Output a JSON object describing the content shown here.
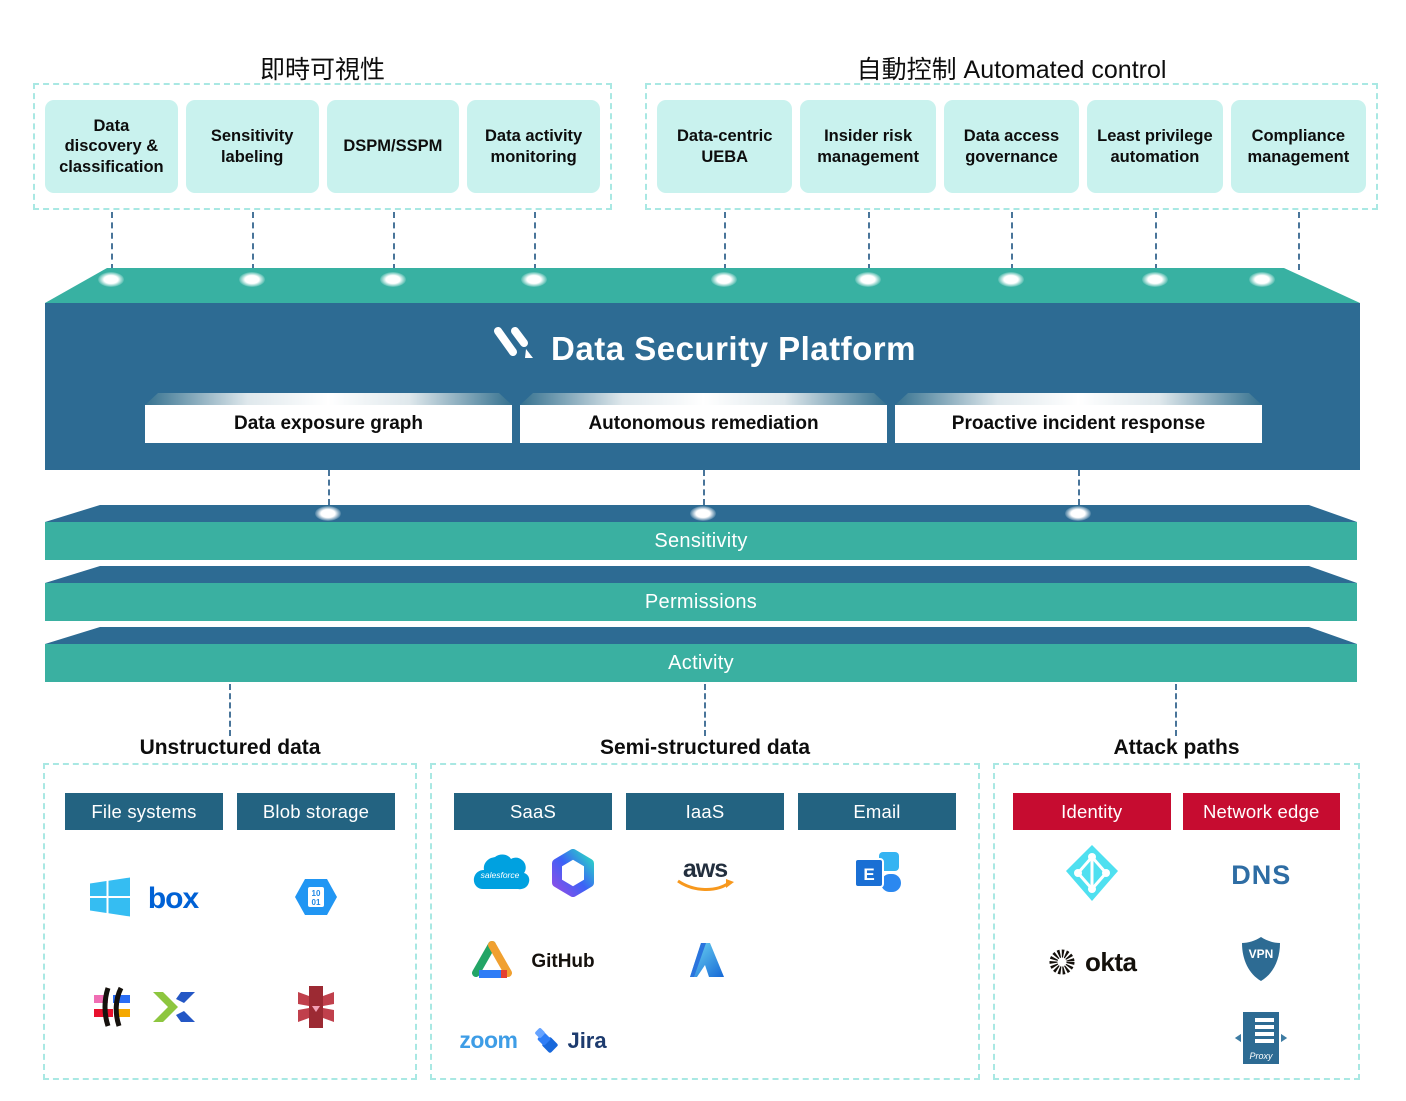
{
  "visibility_group": {
    "title": "即時可視性",
    "items": [
      "Data discovery & classification",
      "Sensitivity labeling",
      "DSPM/SSPM",
      "Data activity monitoring"
    ]
  },
  "control_group": {
    "title": "自動控制 Automated control",
    "items": [
      "Data-centric UEBA",
      "Insider risk management",
      "Data access governance",
      "Least privilege automation",
      "Compliance management"
    ]
  },
  "platform": {
    "title": "Data Security Platform",
    "capabilities": [
      "Data exposure graph",
      "Autonomous remediation",
      "Proactive incident response"
    ]
  },
  "layers": {
    "items": [
      "Sensitivity",
      "Permissions",
      "Activity"
    ]
  },
  "sections": {
    "unstructured": {
      "title": "Unstructured data",
      "buttons": [
        "File systems",
        "Blob storage"
      ],
      "logos": {
        "box_wordmark": "box",
        "blob_binary_top": "10",
        "blob_binary_bottom": "01"
      }
    },
    "semi_structured": {
      "title": "Semi-structured data",
      "buttons": [
        "SaaS",
        "IaaS",
        "Email"
      ],
      "logos": {
        "salesforce_wordmark": "salesforce",
        "aws_wordmark": "aws",
        "exchange_letter": "E",
        "github_wordmark": "GitHub",
        "zoom_wordmark": "zoom",
        "jira_wordmark": "Jira"
      }
    },
    "attack_paths": {
      "title": "Attack paths",
      "buttons": [
        "Identity",
        "Network edge"
      ],
      "logos": {
        "dns_wordmark": "DNS",
        "okta_wordmark": "okta",
        "vpn_label": "VPN",
        "proxy_label": "Proxy"
      }
    }
  },
  "colors": {
    "teal": "#38b1a2",
    "platform_blue": "#2d6b93",
    "button_blue": "#236381",
    "alert_red": "#c60c30",
    "chip_cyan": "#c9f2ee"
  }
}
